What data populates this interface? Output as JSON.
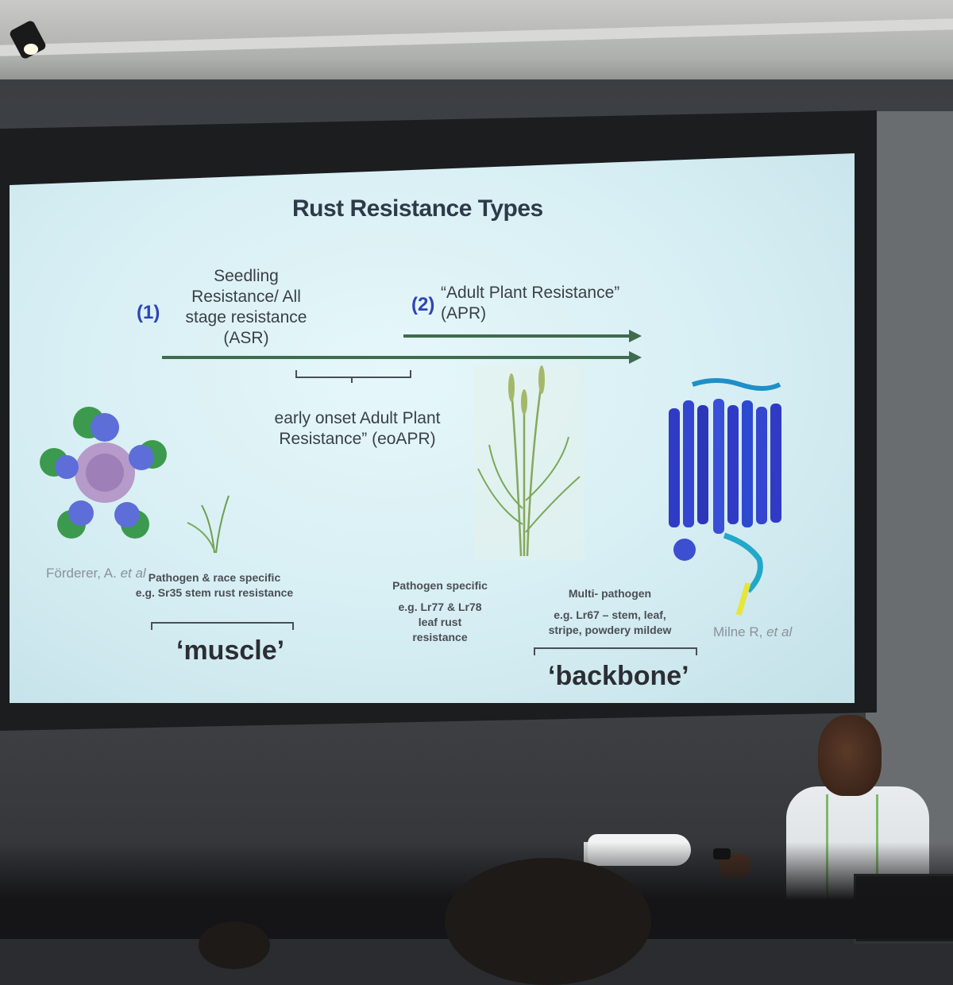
{
  "slide": {
    "title": "Rust Resistance Types",
    "stage1": {
      "number": "(1)",
      "label_lines": [
        "Seedling",
        "Resistance/ All",
        "stage resistance",
        "(ASR)"
      ]
    },
    "stage2": {
      "number": "(2)",
      "label_lines": [
        "“Adult Plant Resistance”",
        "(APR)"
      ]
    },
    "eoapr": {
      "label_lines": [
        "early onset Adult Plant",
        "Resistance” (eoAPR)"
      ]
    },
    "left_group": {
      "lines": [
        "Pathogen & race specific",
        "e.g. Sr35 stem rust resistance"
      ],
      "tag": "‘muscle’"
    },
    "middle_group": {
      "lines": [
        "Pathogen specific",
        "e.g. Lr77 & Lr78",
        "leaf rust",
        "resistance"
      ]
    },
    "right_group": {
      "lines": [
        "Multi- pathogen",
        "e.g. Lr67 – stem, leaf,",
        "stripe, powdery mildew"
      ],
      "tag": "‘backbone’"
    },
    "credits": {
      "left_name": "Förderer, A.",
      "left_etal": "et al",
      "right_name": "Milne R,",
      "right_etal": "et al"
    }
  },
  "colors": {
    "slide_bg": "#d6eef3",
    "title": "#2e3a4a",
    "number": "#2d43b5",
    "arrow": "#3f6b4e"
  }
}
